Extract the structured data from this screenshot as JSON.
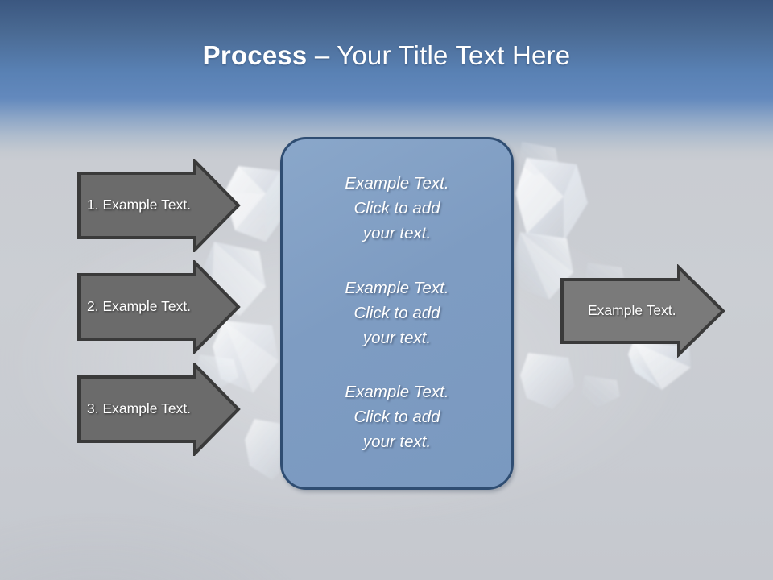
{
  "slide": {
    "title": {
      "bold_part": "Process",
      "rest": " – Your Title Text Here",
      "full": "Process – Your Title Text Here",
      "color": "#ffffff"
    },
    "background": {
      "sky_top_color": "#3b5780",
      "sky_mid_color": "#6389bd",
      "floor_color": "#c9ccd2",
      "decoration": "crystal-diamonds"
    },
    "input_arrows": [
      {
        "label": "1. Example Text.",
        "fill": "#6b6b6b",
        "stroke": "#3a3a3a"
      },
      {
        "label": "2. Example Text.",
        "fill": "#6b6b6b",
        "stroke": "#3a3a3a"
      },
      {
        "label": "3. Example Text.",
        "fill": "#6b6b6b",
        "stroke": "#3a3a3a"
      }
    ],
    "output_arrow": {
      "label": "Example Text.",
      "fill": "#7a7a7a",
      "stroke": "#3a3a3a"
    },
    "center_box": {
      "fill": "#7e9cc2",
      "stroke": "#2f4d72",
      "blocks": [
        "Example Text.\nClick  to add\nyour text.",
        "Example Text.\nClick  to add\nyour text.",
        "Example Text.\nClick  to add\nyour text."
      ]
    }
  }
}
